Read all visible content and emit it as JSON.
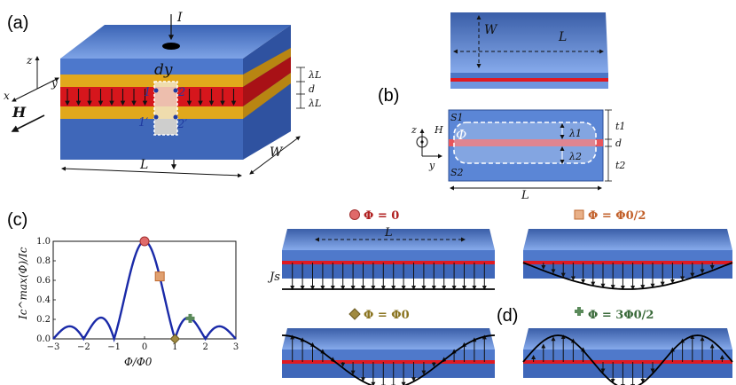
{
  "panels": {
    "a": "(a)",
    "b": "(b)",
    "c": "(c)",
    "d": "(d)"
  },
  "panel_a": {
    "current": "I",
    "field": "H",
    "segment": "dy",
    "length": "L",
    "width": "W",
    "lambda_top": "λL",
    "thickness": "d",
    "lambda_bottom": "λL",
    "axes": [
      "z",
      "x",
      "y"
    ],
    "points": [
      "1",
      "2",
      "1′",
      "2′"
    ]
  },
  "panel_b": {
    "width": "W",
    "length": "L",
    "flux": "Φ",
    "field": "H",
    "surface_top": "S1",
    "surface_bottom": "S2",
    "lambda1": "λ1",
    "lambda2": "λ2",
    "thickness": "d",
    "t1": "t1",
    "t2": "t2",
    "axes": [
      "z",
      "y"
    ]
  },
  "panel_d": {
    "titles": [
      "Φ = 0",
      "Φ = Φ0/2",
      "Φ = Φ0",
      "Φ = 3Φ0/2"
    ],
    "length": "L",
    "current_density": "Js",
    "colors": {
      "circle": "#e06a6a",
      "square": "#e0a070",
      "diamond": "#a08a40",
      "cross": "#5a8a5a"
    }
  },
  "chart_data": {
    "type": "line",
    "title": "",
    "xlabel": "Φ/Φ0",
    "ylabel": "Ic^max(Φ)/Ic",
    "xlim": [
      -3,
      3
    ],
    "ylim": [
      0,
      1.0
    ],
    "xticks": [
      "−3",
      "−2",
      "−1",
      "0",
      "1",
      "2",
      "3"
    ],
    "yticks": [
      "0.0",
      "0.2",
      "0.4",
      "0.6",
      "0.8",
      "1.0"
    ],
    "curve": "fraunhofer |sin(πx)/(πx)|",
    "x": [
      -3,
      -2.5,
      -2,
      -1.5,
      -1,
      -0.5,
      0,
      0.5,
      1,
      1.5,
      2,
      2.5,
      3
    ],
    "y": [
      0,
      0.13,
      0,
      0.21,
      0,
      0.64,
      1.0,
      0.64,
      0,
      0.21,
      0,
      0.13,
      0
    ],
    "markers": [
      {
        "shape": "circle",
        "x": 0,
        "y": 1.0
      },
      {
        "shape": "square",
        "x": 0.5,
        "y": 0.64
      },
      {
        "shape": "diamond",
        "x": 1.0,
        "y": 0.0
      },
      {
        "shape": "cross",
        "x": 1.5,
        "y": 0.21
      }
    ],
    "line_color": "#1a2aa8"
  }
}
